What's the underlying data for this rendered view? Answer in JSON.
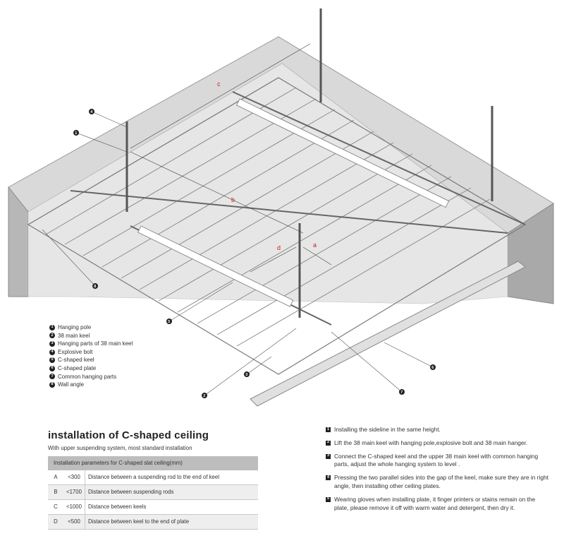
{
  "diagram": {
    "dimension_labels": [
      "a",
      "b",
      "c",
      "d"
    ],
    "callout_numbers": [
      "1",
      "2",
      "3",
      "4",
      "5",
      "6",
      "7",
      "8"
    ]
  },
  "legend": [
    {
      "num": "1",
      "text": "Hanging pole"
    },
    {
      "num": "2",
      "text": "38 main keel"
    },
    {
      "num": "3",
      "text": "Hanging parts of 38 main keel"
    },
    {
      "num": "4",
      "text": "Explosive bolt"
    },
    {
      "num": "5",
      "text": "C-shaped keel"
    },
    {
      "num": "6",
      "text": "C-shaped plate"
    },
    {
      "num": "7",
      "text": "Common hanging parts"
    },
    {
      "num": "8",
      "text": "Wall angle"
    }
  ],
  "section_title": "installation of C-shaped ceiling",
  "section_subtitle": "With upper suspending system, most standard installation",
  "table": {
    "header": "Installation parameters for C-shaped slat ceiling(mm)",
    "rows": [
      {
        "key": "A",
        "value": "<300",
        "desc": "Distance between a suspending rod to the end of keel"
      },
      {
        "key": "B",
        "value": "<1700",
        "desc": "Distance between suspending rods"
      },
      {
        "key": "C",
        "value": "<1000",
        "desc": "Distance between keels"
      },
      {
        "key": "D",
        "value": "<500",
        "desc": "Distance between keel to the end of plate"
      }
    ]
  },
  "steps": [
    {
      "num": "1",
      "text": "Installing the sideline in the same height."
    },
    {
      "num": "2",
      "text": "Lift the 38 main keel with hanging pole,explosive bolt and 38 main hanger."
    },
    {
      "num": "3",
      "text": "Connect the C-shaped keel and the upper 38 main keel with common hanging parts, adjust the whole hanging  system to level ."
    },
    {
      "num": "4",
      "text": "Pressing the two parallel sides into the gap of the keel, make sure they are in right angle, then installing other ceiling plates."
    },
    {
      "num": "5",
      "text": "Wearing gloves when installing plate, it finger printers or stains remain on the plate, please remove it off with warm water and detergent, then dry it."
    }
  ]
}
